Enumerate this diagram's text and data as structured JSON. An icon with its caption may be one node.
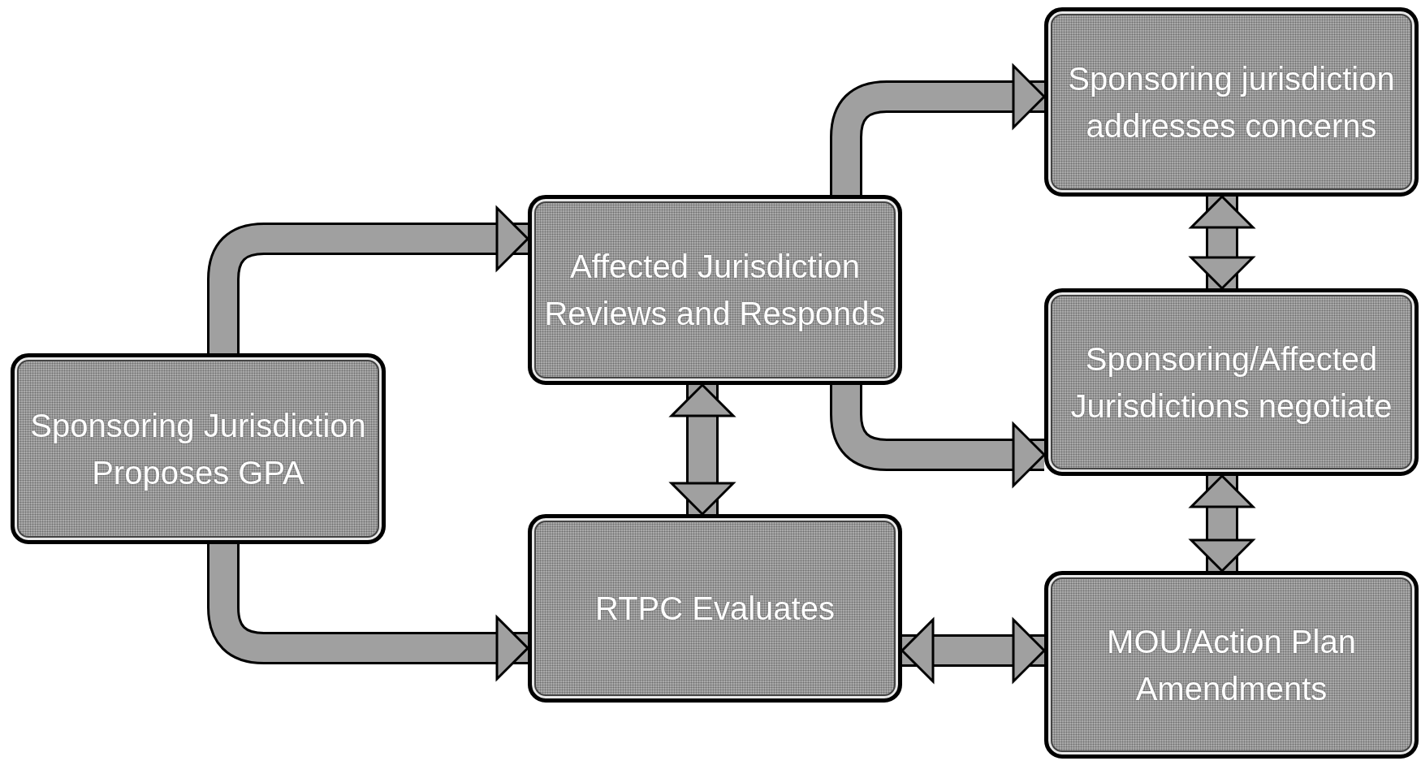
{
  "diagram": {
    "nodes": [
      {
        "text": [
          "Sponsoring Jurisdiction Proposes GPA"
        ]
      },
      {
        "text": [
          "Affected Jurisdiction Reviews and Responds"
        ]
      },
      {
        "text": [
          "RTPC Evaluates"
        ]
      },
      {
        "text": [
          "Sponsoring jurisdiction addresses concerns"
        ]
      },
      {
        "text": [
          "Sponsoring/Affected Jurisdictions negotiate"
        ]
      },
      {
        "text": [
          "MOU/Action Plan Amendments"
        ]
      }
    ],
    "edges": [
      {
        "from": 0,
        "to": 1,
        "arrow": "to"
      },
      {
        "from": 0,
        "to": 2,
        "arrow": "to"
      },
      {
        "from": 1,
        "to": 2,
        "arrow": "both"
      },
      {
        "from": 1,
        "to": 3,
        "arrow": "to"
      },
      {
        "from": 1,
        "to": 4,
        "arrow": "to"
      },
      {
        "from": 3,
        "to": 4,
        "arrow": "both"
      },
      {
        "from": 4,
        "to": 5,
        "arrow": "both"
      },
      {
        "from": 2,
        "to": 5,
        "arrow": "both"
      }
    ]
  }
}
